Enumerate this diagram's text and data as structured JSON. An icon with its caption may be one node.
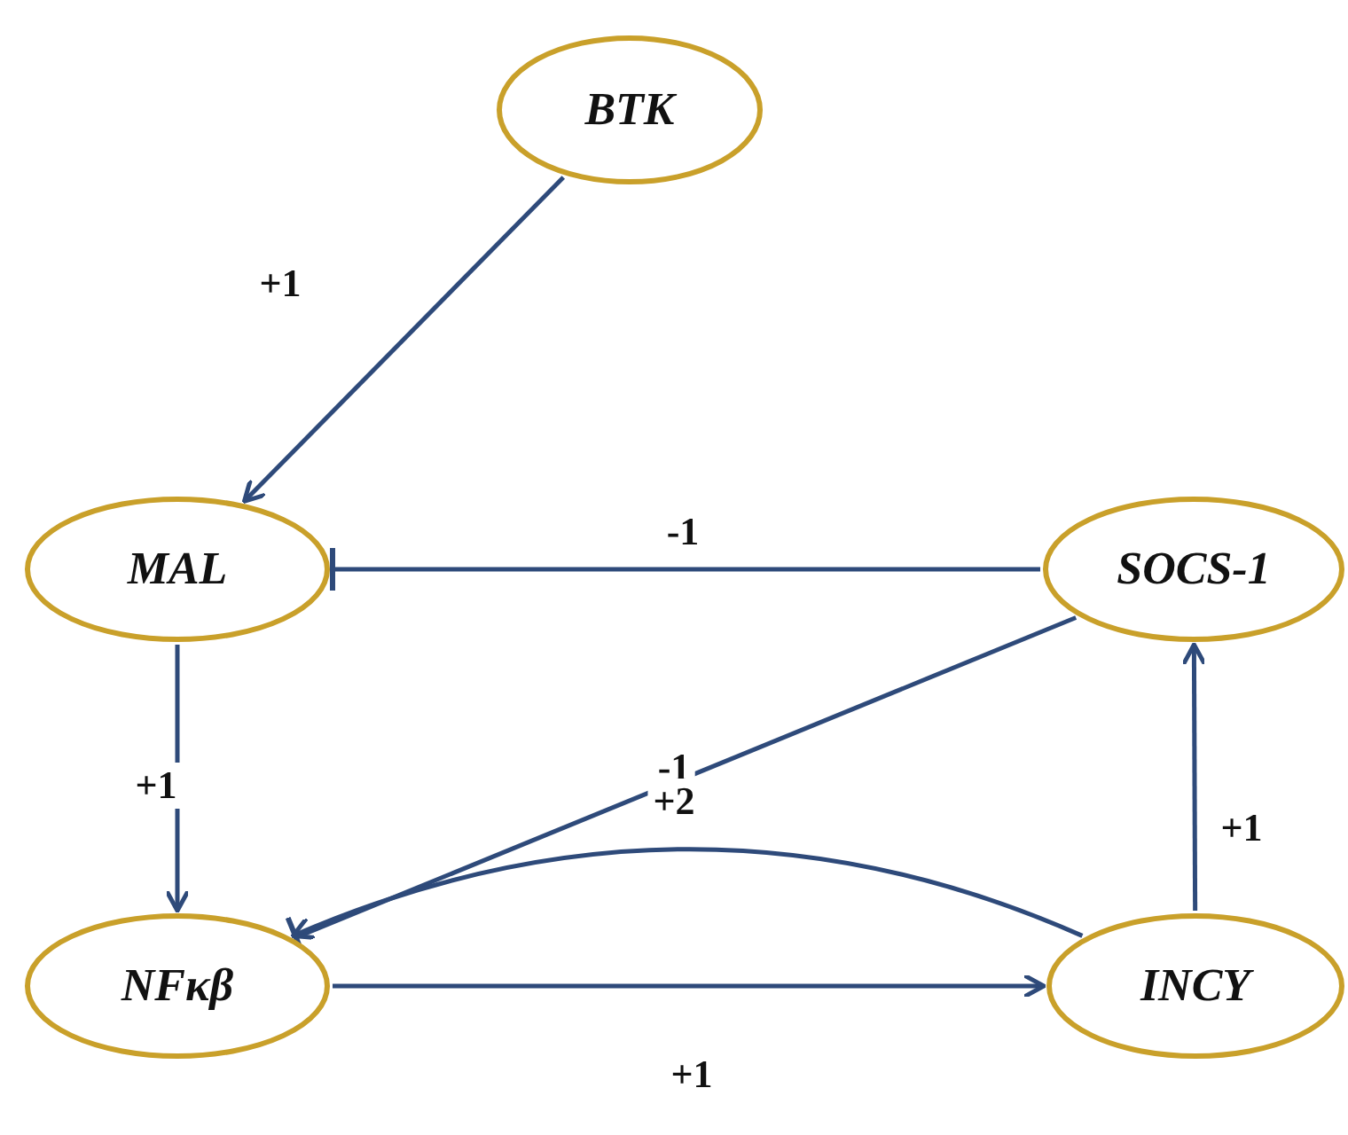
{
  "diagram": {
    "nodes": [
      {
        "text": [
          "BTK"
        ]
      },
      {
        "text": [
          "MAL"
        ]
      },
      {
        "text": [
          "SOCS-1"
        ]
      },
      {
        "text": [
          "NFκβ"
        ]
      },
      {
        "text": [
          "INCY"
        ]
      }
    ],
    "edges": [
      {
        "from": 0,
        "to": 1,
        "arrow": "to",
        "label": "+1"
      },
      {
        "from": 2,
        "to": 1,
        "arrow": "other",
        "label": "-1"
      },
      {
        "from": 1,
        "to": 3,
        "arrow": "to",
        "label": "+1"
      },
      {
        "from": 2,
        "to": 3,
        "arrow": "other",
        "label": "-1"
      },
      {
        "from": 4,
        "to": 3,
        "arrow": "to",
        "label": "+2"
      },
      {
        "from": 4,
        "to": 2,
        "arrow": "to",
        "label": "+1"
      },
      {
        "from": 3,
        "to": 4,
        "arrow": "to",
        "label": "+1"
      }
    ]
  }
}
